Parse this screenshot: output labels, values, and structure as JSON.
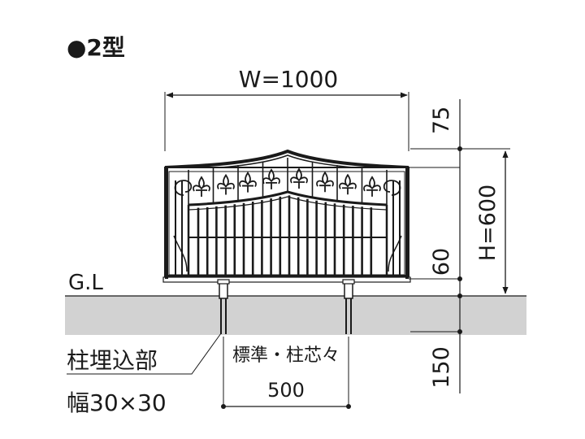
{
  "diagram": {
    "heading": "●2型",
    "width_label": "W=1000",
    "top_offset_label": "75",
    "height_label": "H=600",
    "bottom_clearance_label": "60",
    "embed_depth_label": "150",
    "ground_label": "G.L",
    "post_note_line1": "柱埋込部",
    "post_note_line2": "幅30×30",
    "pitch_note": "標準・柱芯々",
    "pitch_value": "500",
    "colors": {
      "line": "#1a1a1a",
      "ground_fill": "#d2d2d2",
      "fence_fill": "#ffffff"
    }
  }
}
